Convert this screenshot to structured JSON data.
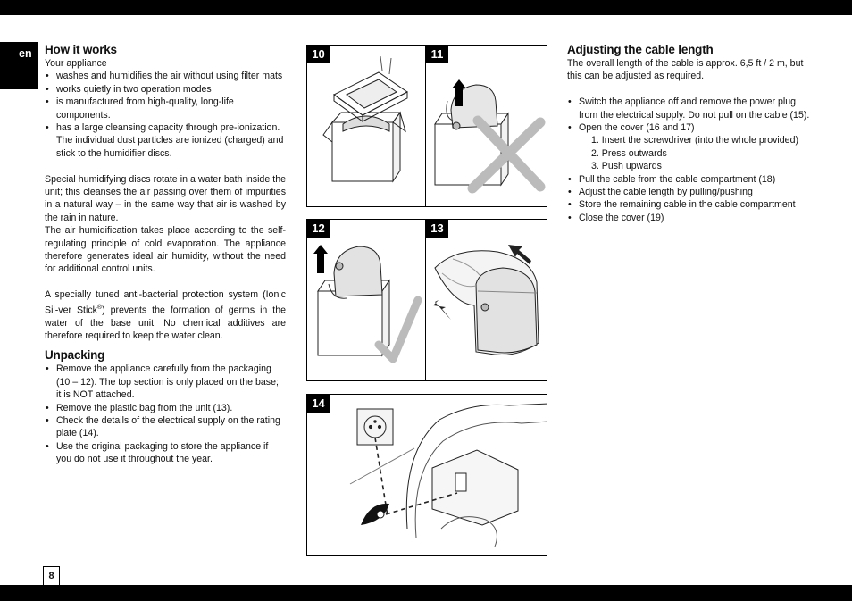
{
  "page": {
    "lang": "en",
    "number": "8"
  },
  "left": {
    "how_title": "How it works",
    "how_intro": "Your appliance",
    "how_bullets": [
      "washes and humidifies the air without using filter mats",
      "works quietly in two operation modes",
      "is manufactured from high-quality, long-life components.",
      "has a large cleansing capacity through pre-ionization. The individual dust particles are ionized (charged) and stick to the humidifier discs."
    ],
    "para1": "Special humidifying discs rotate in a water bath inside the unit; this cleanses the air passing over them of impurities in a natural way – in the same way that air is washed by the rain in nature.",
    "para2": "The air humidification takes place according to the self-regulating principle of cold evaporation. The appliance therefore generates ideal air humidity, without the need for additional control units.",
    "para3_a": "A specially tuned anti-bacterial protection system (Ionic Sil-ver Stick",
    "para3_sup": "®",
    "para3_b": ") prevents the formation of germs in the water of the base unit. No chemical additives are therefore required to keep the water clean.",
    "unpack_title": "Unpacking",
    "unpack_bullets": [
      "Remove the appliance carefully from the packaging (10 – 12). The top section is only placed on the base; it is NOT attached.",
      "Remove the plastic bag from the unit (13).",
      "Check the details of the electrical supply on the rating plate (14).",
      "Use the original packaging to store the appliance if you do not use it throughout the year."
    ]
  },
  "figures": {
    "f10": "10",
    "f11": "11",
    "f12": "12",
    "f13": "13",
    "f14": "14"
  },
  "right": {
    "title": "Adjusting the cable length",
    "intro": "The overall length of the cable is approx. 6,5 ft / 2 m, but this can be adjusted as required.",
    "b1": "Switch the appliance off and remove the power plug from the electrical supply. Do not pull on the cable (15).",
    "b2": "Open the cover (16 and 17)",
    "steps": [
      "1.  Insert the screwdriver (into the whole provided)",
      "2.  Press outwards",
      "3.  Push upwards"
    ],
    "b3": "Pull the cable from the cable compartment (18)",
    "b4": "Adjust the cable length by pulling/pushing",
    "b5": "Store the remaining cable in the cable compartment",
    "b6": "Close the cover (19)"
  }
}
